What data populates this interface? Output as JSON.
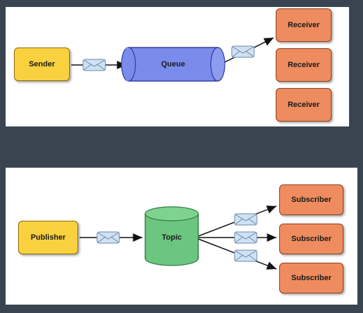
{
  "diagrams": [
    {
      "sender": "Sender",
      "queue": "Queue",
      "receivers": [
        "Receiver",
        "Receiver",
        "Receiver"
      ]
    },
    {
      "publisher": "Publisher",
      "topic": "Topic",
      "subscribers": [
        "Subscriber",
        "Subscriber",
        "Subscriber"
      ]
    }
  ],
  "colors": {
    "background": "#3a4451",
    "panel": "#ffffff",
    "sender_fill": "#f9d13f",
    "queue_fill": "#7b8bec",
    "receiver_fill": "#ee8c5f",
    "topic_fill": "#6cc680",
    "message_fill": "#cfe2f3"
  },
  "icons": {
    "message": "envelope-icon",
    "arrow": "arrow-icon"
  }
}
